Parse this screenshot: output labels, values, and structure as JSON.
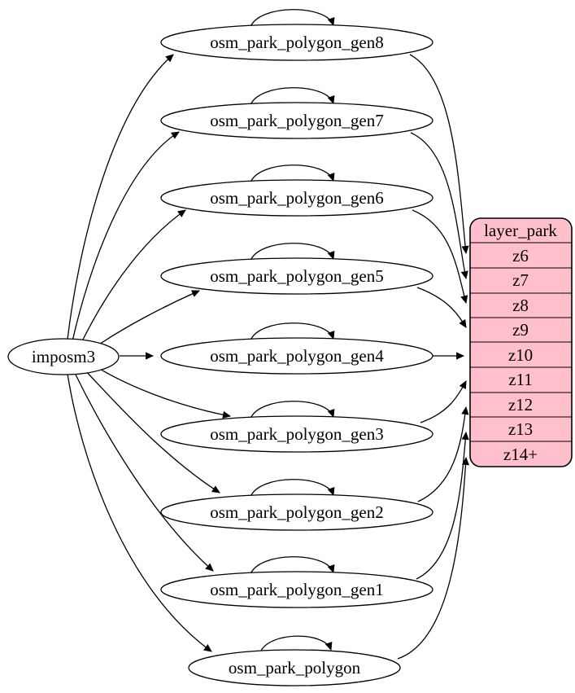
{
  "diagram": {
    "type": "graphviz-digraph",
    "source_node": {
      "label": "imposm3"
    },
    "tables": [
      {
        "label": "osm_park_polygon_gen8",
        "maps_to": "z6"
      },
      {
        "label": "osm_park_polygon_gen7",
        "maps_to": "z7"
      },
      {
        "label": "osm_park_polygon_gen6",
        "maps_to": "z8"
      },
      {
        "label": "osm_park_polygon_gen5",
        "maps_to": "z9"
      },
      {
        "label": "osm_park_polygon_gen4",
        "maps_to": "z10"
      },
      {
        "label": "osm_park_polygon_gen3",
        "maps_to": "z11"
      },
      {
        "label": "osm_park_polygon_gen2",
        "maps_to": "z12"
      },
      {
        "label": "osm_park_polygon_gen1",
        "maps_to": "z13"
      },
      {
        "label": "osm_park_polygon",
        "maps_to": "z14+"
      }
    ],
    "layer_table": {
      "title": "layer_park",
      "rows": [
        "z6",
        "z7",
        "z8",
        "z9",
        "z10",
        "z11",
        "z12",
        "z13",
        "z14+"
      ]
    },
    "colors": {
      "layer_fill": "#ffc0cb",
      "node_fill": "#ffffff",
      "stroke": "#000000"
    }
  }
}
